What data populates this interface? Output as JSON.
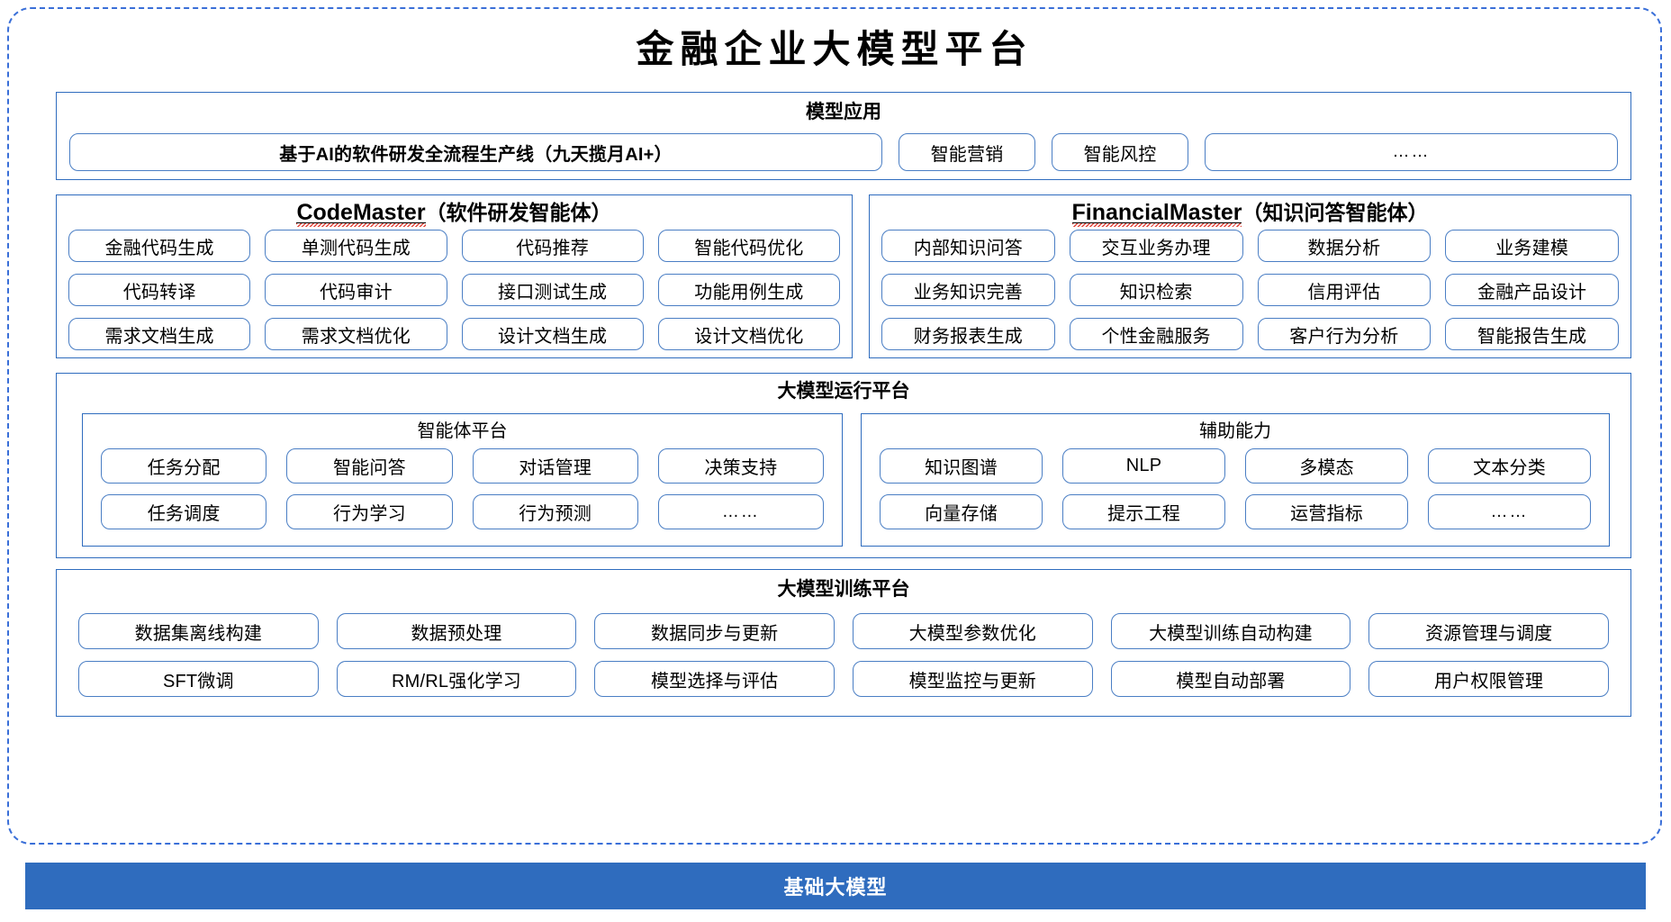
{
  "title": "金融企业大模型平台",
  "colors": {
    "accent_blue": "#2f6cbe",
    "tile_border": "#4a7ec4",
    "frame_dashed": "#3a6fd8",
    "spellcheck_red": "#e03a2f",
    "footer_text": "#ffffff"
  },
  "sections": {
    "model_application": {
      "title": "模型应用",
      "tiles": [
        "基于AI的软件研发全流程生产线（九天揽月AI+）",
        "智能营销",
        "智能风控",
        "……"
      ]
    },
    "code_master": {
      "title_latin": "CodeMaster",
      "title_cn": "（软件研发智能体）",
      "tiles": [
        "金融代码生成",
        "单测代码生成",
        "代码推荐",
        "智能代码优化",
        "代码转译",
        "代码审计",
        "接口测试生成",
        "功能用例生成",
        "需求文档生成",
        "需求文档优化",
        "设计文档生成",
        "设计文档优化"
      ]
    },
    "financial_master": {
      "title_latin": "FinancialMaster",
      "title_cn": "（知识问答智能体）",
      "tiles": [
        "内部知识问答",
        "交互业务办理",
        "数据分析",
        "业务建模",
        "业务知识完善",
        "知识检索",
        "信用评估",
        "金融产品设计",
        "财务报表生成",
        "个性金融服务",
        "客户行为分析",
        "智能报告生成"
      ]
    },
    "runtime_platform": {
      "title": "大模型运行平台",
      "agent_platform": {
        "title": "智能体平台",
        "tiles": [
          "任务分配",
          "智能问答",
          "对话管理",
          "决策支持",
          "任务调度",
          "行为学习",
          "行为预测",
          "……"
        ]
      },
      "auxiliary_capability": {
        "title": "辅助能力",
        "tiles": [
          "知识图谱",
          "NLP",
          "多模态",
          "文本分类",
          "向量存储",
          "提示工程",
          "运营指标",
          "……"
        ]
      }
    },
    "training_platform": {
      "title": "大模型训练平台",
      "tiles": [
        "数据集离线构建",
        "数据预处理",
        "数据同步与更新",
        "大模型参数优化",
        "大模型训练自动构建",
        "资源管理与调度",
        "SFT微调",
        "RM/RL强化学习",
        "模型选择与评估",
        "模型监控与更新",
        "模型自动部署",
        "用户权限管理"
      ]
    }
  },
  "footer": {
    "label": "基础大模型"
  }
}
